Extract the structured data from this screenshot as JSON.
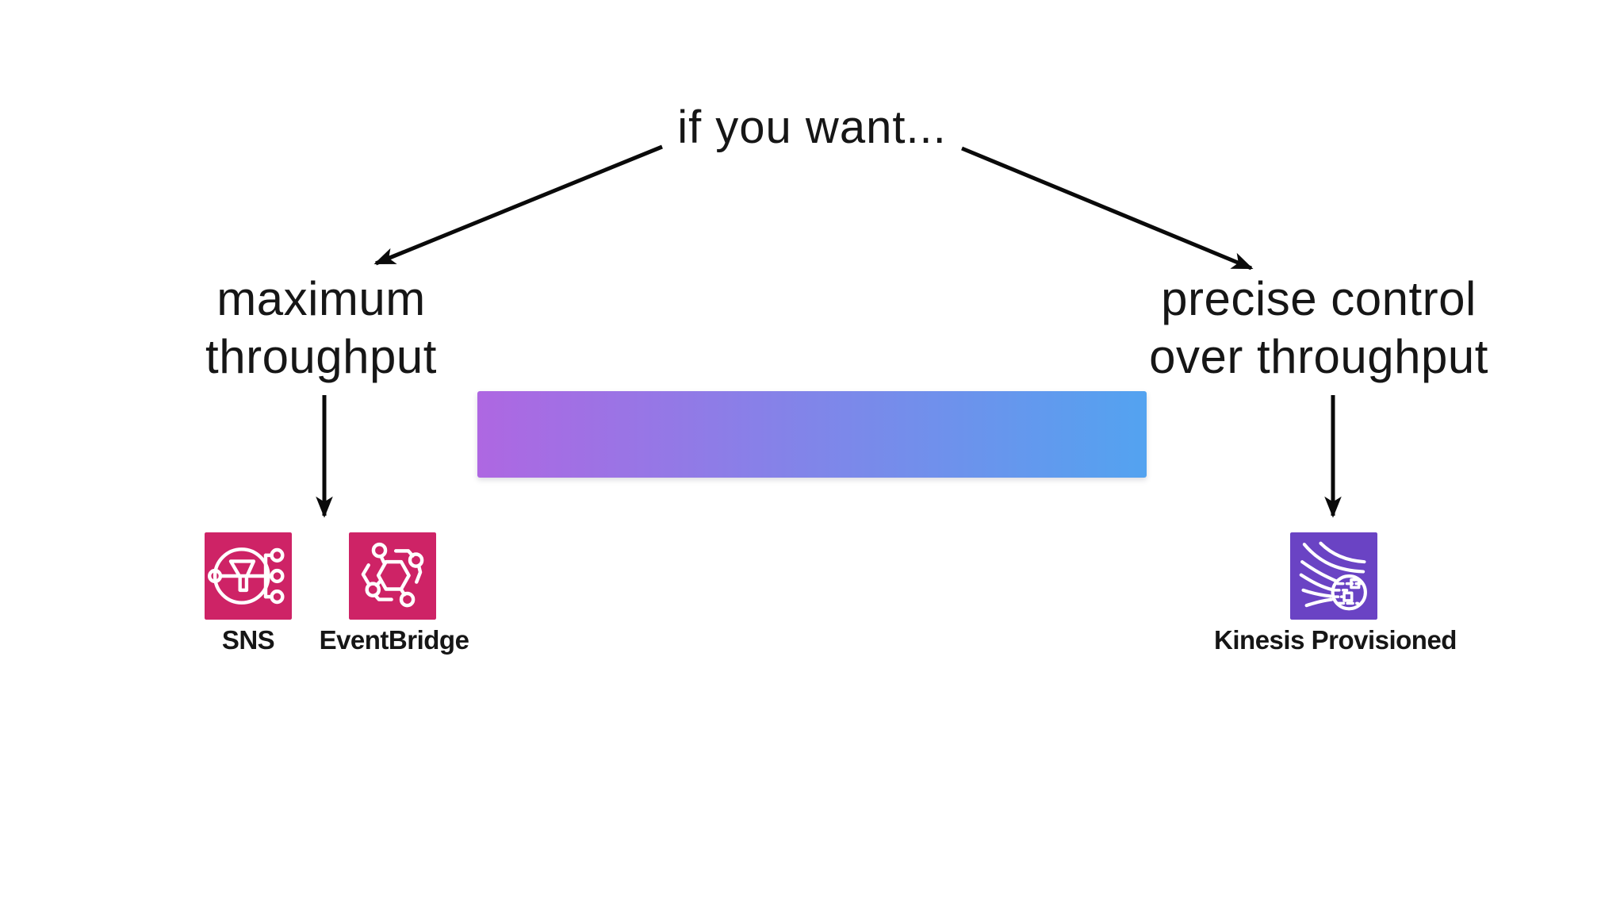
{
  "title": "if you want...",
  "left_branch": {
    "line1": "maximum",
    "line2": "throughput",
    "services": [
      {
        "label": "SNS",
        "icon": "sns-icon",
        "color": "#ce2366"
      },
      {
        "label": "EventBridge",
        "icon": "eventbridge-icon",
        "color": "#ce2366"
      }
    ]
  },
  "right_branch": {
    "line1": "precise control",
    "line2": "over throughput",
    "services": [
      {
        "label": "Kinesis Provisioned",
        "icon": "kinesis-provisioned-icon",
        "color": "#6a43c4"
      }
    ]
  },
  "gradient_bar": {
    "from": "#ae67e2",
    "to": "#53a3f0"
  },
  "colors": {
    "background": "#ffffff",
    "text": "#161616",
    "arrow": "#0a0a0a",
    "icon_stroke": "#ffffff",
    "aws_pink": "#ce2366",
    "aws_purple": "#6a43c4"
  }
}
